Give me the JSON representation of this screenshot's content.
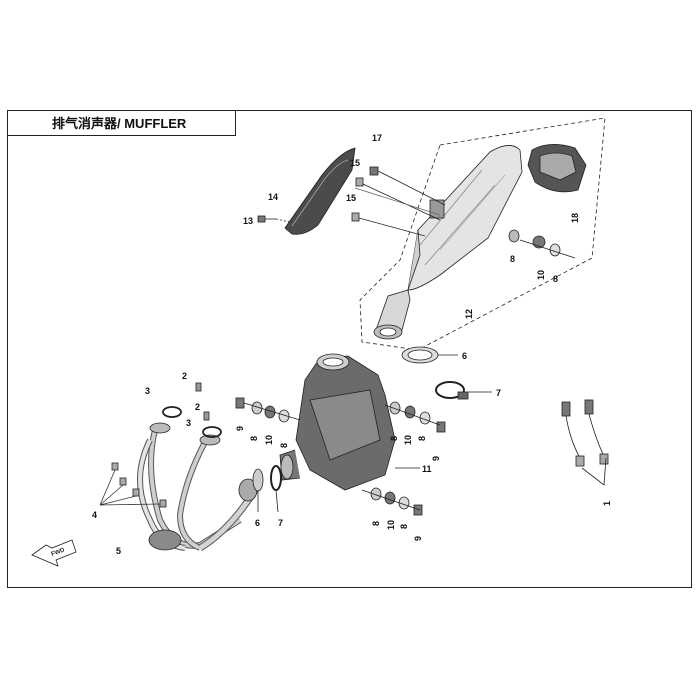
{
  "title": "排气消声器/ MUFFLER",
  "callouts": {
    "c1": "1",
    "c2a": "2",
    "c2b": "2",
    "c3a": "3",
    "c3b": "3",
    "c4": "4",
    "c5": "5",
    "c6a": "6",
    "c6b": "6",
    "c7a": "7",
    "c7b": "7",
    "c8a": "8",
    "c8b": "8",
    "c8c": "8",
    "c8d": "8",
    "c8e": "8",
    "c8f": "8",
    "c8g": "8",
    "c8h": "8",
    "c9a": "9",
    "c9b": "9",
    "c9c": "9",
    "c10a": "10",
    "c10b": "10",
    "c10c": "10",
    "c10d": "10",
    "c11": "11",
    "c12": "12",
    "c13": "13",
    "c14": "14",
    "c15a": "15",
    "c15b": "15",
    "c17": "17",
    "c18": "18"
  },
  "colors": {
    "line": "#222222",
    "fill_light": "#e8e8e8",
    "fill_mid": "#bdbdbd",
    "fill_dark": "#6a6a6a"
  }
}
